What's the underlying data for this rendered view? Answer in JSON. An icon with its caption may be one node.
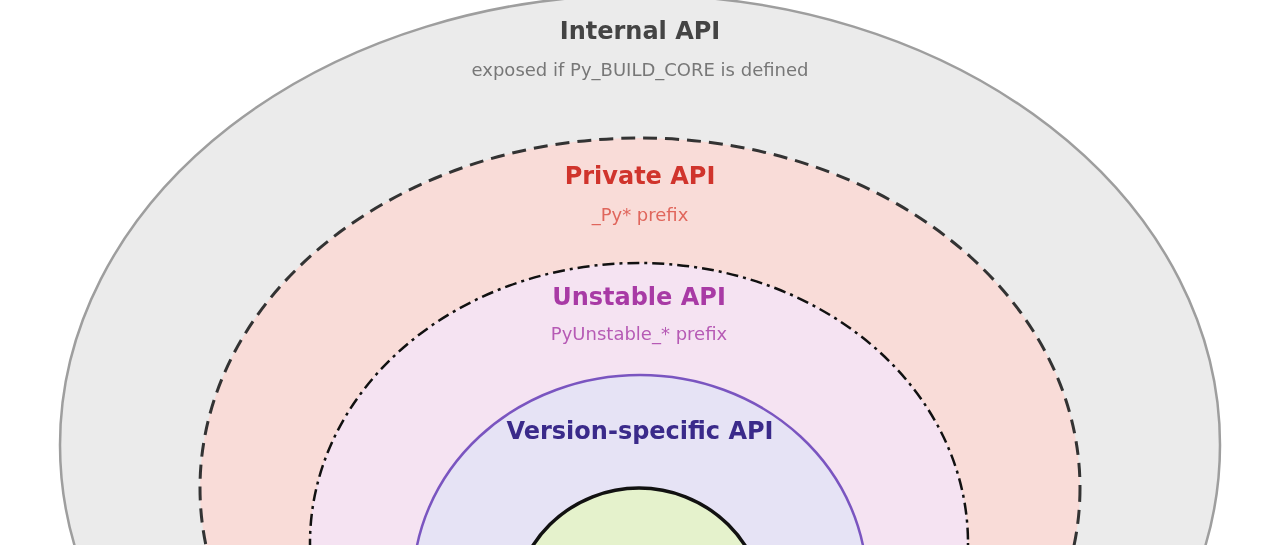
{
  "diagram": {
    "nodes": [
      {
        "text": [
          "Internal API",
          "exposed if Py_BUILD_CORE is defined"
        ]
      },
      {
        "text": [
          "Private API",
          "_Py* prefix"
        ],
        "in": 0
      },
      {
        "text": [
          "Unstable API",
          "PyUnstable_* prefix"
        ],
        "in": 1
      },
      {
        "text": [
          "Version-specific API"
        ],
        "in": 2
      },
      {
        "text": [],
        "shape": "ellipse",
        "in": 3
      }
    ]
  }
}
